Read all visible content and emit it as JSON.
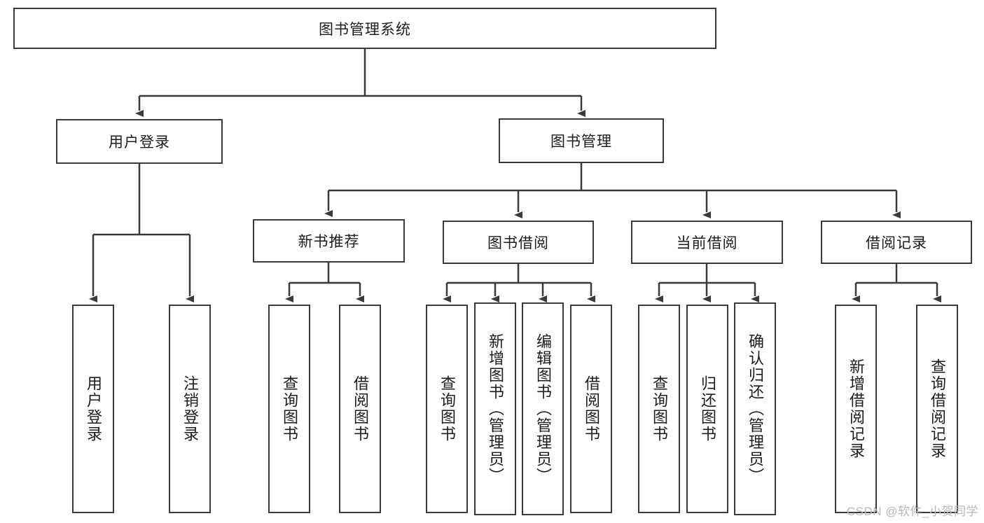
{
  "diagram": {
    "title": "图书管理系统",
    "watermark": "CSDN @软件_小贺同学",
    "stroke_color": "#3a3a3a",
    "background_color": "#ffffff",
    "text_color": "#1c1c1c",
    "nodes": {
      "root": "图书管理系统",
      "level2": {
        "user_login": "用户登录",
        "book_manage": "图书管理"
      },
      "level3": {
        "new_book_recommend": "新书推荐",
        "book_borrow": "图书借阅",
        "current_borrow": "当前借阅",
        "borrow_record": "借阅记录"
      },
      "leaves": {
        "user_login_1": "用户登录",
        "user_login_2": "注销登录",
        "recommend_1": "查询图书",
        "recommend_2": "借阅图书",
        "borrow_1": "查询图书",
        "borrow_2": "新增图书（管理员）",
        "borrow_3": "编辑图书（管理员）",
        "borrow_4": "借阅图书",
        "current_1": "查询图书",
        "current_2": "归还图书",
        "current_3": "确认归还（管理员）",
        "record_1": "新增借阅记录",
        "record_2": "查询借阅记录"
      }
    }
  }
}
